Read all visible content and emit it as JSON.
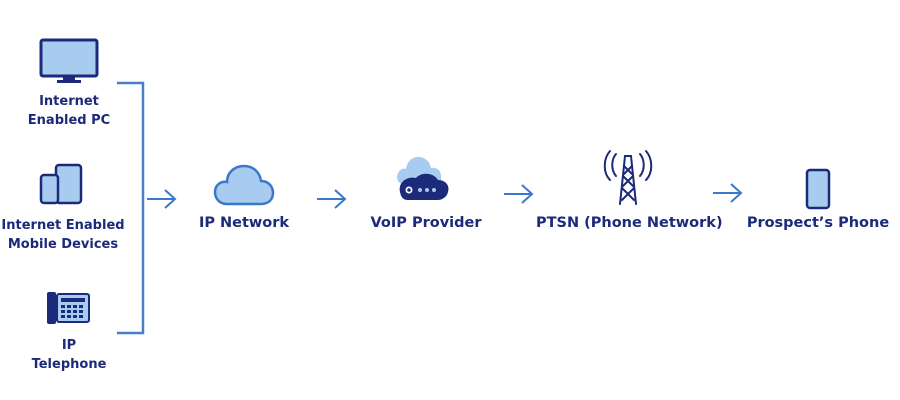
{
  "sources": [
    {
      "id": "pc",
      "icon": "monitor-icon",
      "lines": [
        "Internet",
        "Enabled PC"
      ]
    },
    {
      "id": "mobile",
      "icon": "mobile-devices-icon",
      "lines": [
        "Internet Enabled",
        "Mobile Devices"
      ]
    },
    {
      "id": "telephone",
      "icon": "desk-phone-icon",
      "lines": [
        "IP",
        "Telephone"
      ]
    }
  ],
  "flow": [
    {
      "id": "ip-network",
      "icon": "cloud-icon",
      "label": "IP Network"
    },
    {
      "id": "voip-provider",
      "icon": "cloud-server-icon",
      "label": "VoIP Provider"
    },
    {
      "id": "ptsn",
      "icon": "cell-tower-icon",
      "label": "PTSN (Phone Network)"
    },
    {
      "id": "prospect-phone",
      "icon": "smartphone-icon",
      "label": "Prospect’s Phone"
    }
  ],
  "colors": {
    "navy": "#1b2a7a",
    "blue": "#3a78c9",
    "light_blue": "#a8cbf0",
    "bracket": "#4a7ec8"
  }
}
